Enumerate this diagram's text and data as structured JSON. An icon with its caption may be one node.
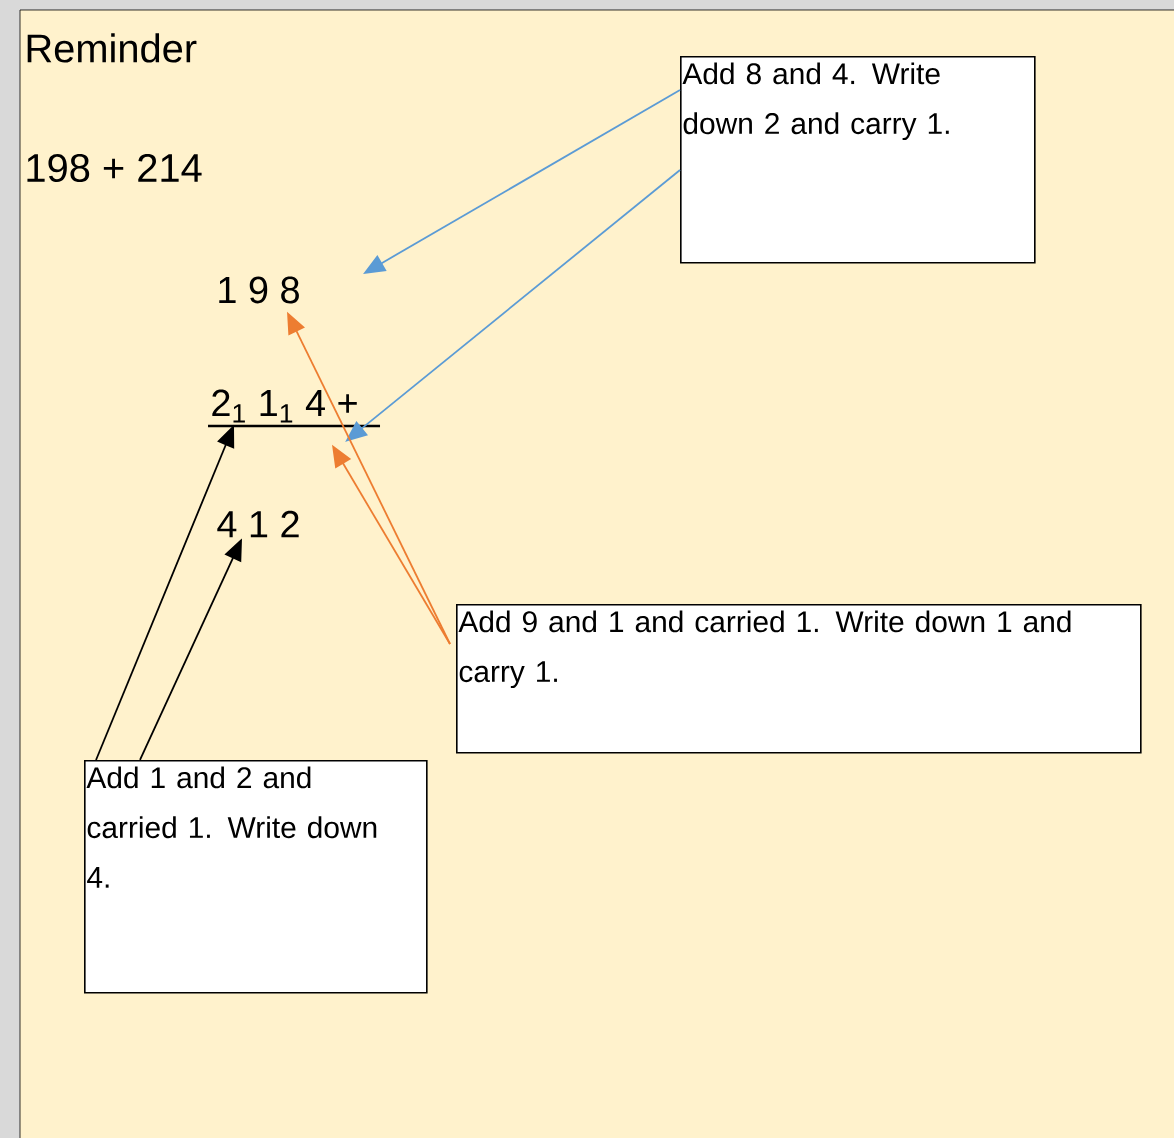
{
  "diagram": {
    "title": "Reminder",
    "nodes": [
      {
        "text": [
          "Add 8 and 4. Write down 2 and carry 1."
        ]
      },
      {
        "text": [
          "Add 9 and 1 and carried 1. Write down 1 and carry 1."
        ]
      },
      {
        "text": [
          "Add 1 and 2 and carried 1.  Write down 4."
        ]
      },
      {
        "text": [
          "1 9 8"
        ]
      },
      {
        "text": [
          "2$_{1}$ 1$_{1}$ 4 +"
        ]
      },
      {
        "text": [
          "4 1 2"
        ]
      }
    ],
    "edges": [
      {
        "from": 0,
        "to": 3,
        "arrow": "to",
        "color": "#5b9bd5"
      },
      {
        "from": 0,
        "to": 4,
        "arrow": "to",
        "color": "#5b9bd5"
      },
      {
        "from": 1,
        "to": 3,
        "arrow": "to",
        "color": "#ed7d31"
      },
      {
        "from": 1,
        "to": 4,
        "arrow": "to",
        "color": "#ed7d31"
      },
      {
        "from": 2,
        "to": 4,
        "arrow": "to",
        "color": "#000000"
      },
      {
        "from": 2,
        "to": 5,
        "arrow": "to",
        "color": "#000000"
      }
    ],
    "labels": [
      "198 + 214"
    ]
  }
}
